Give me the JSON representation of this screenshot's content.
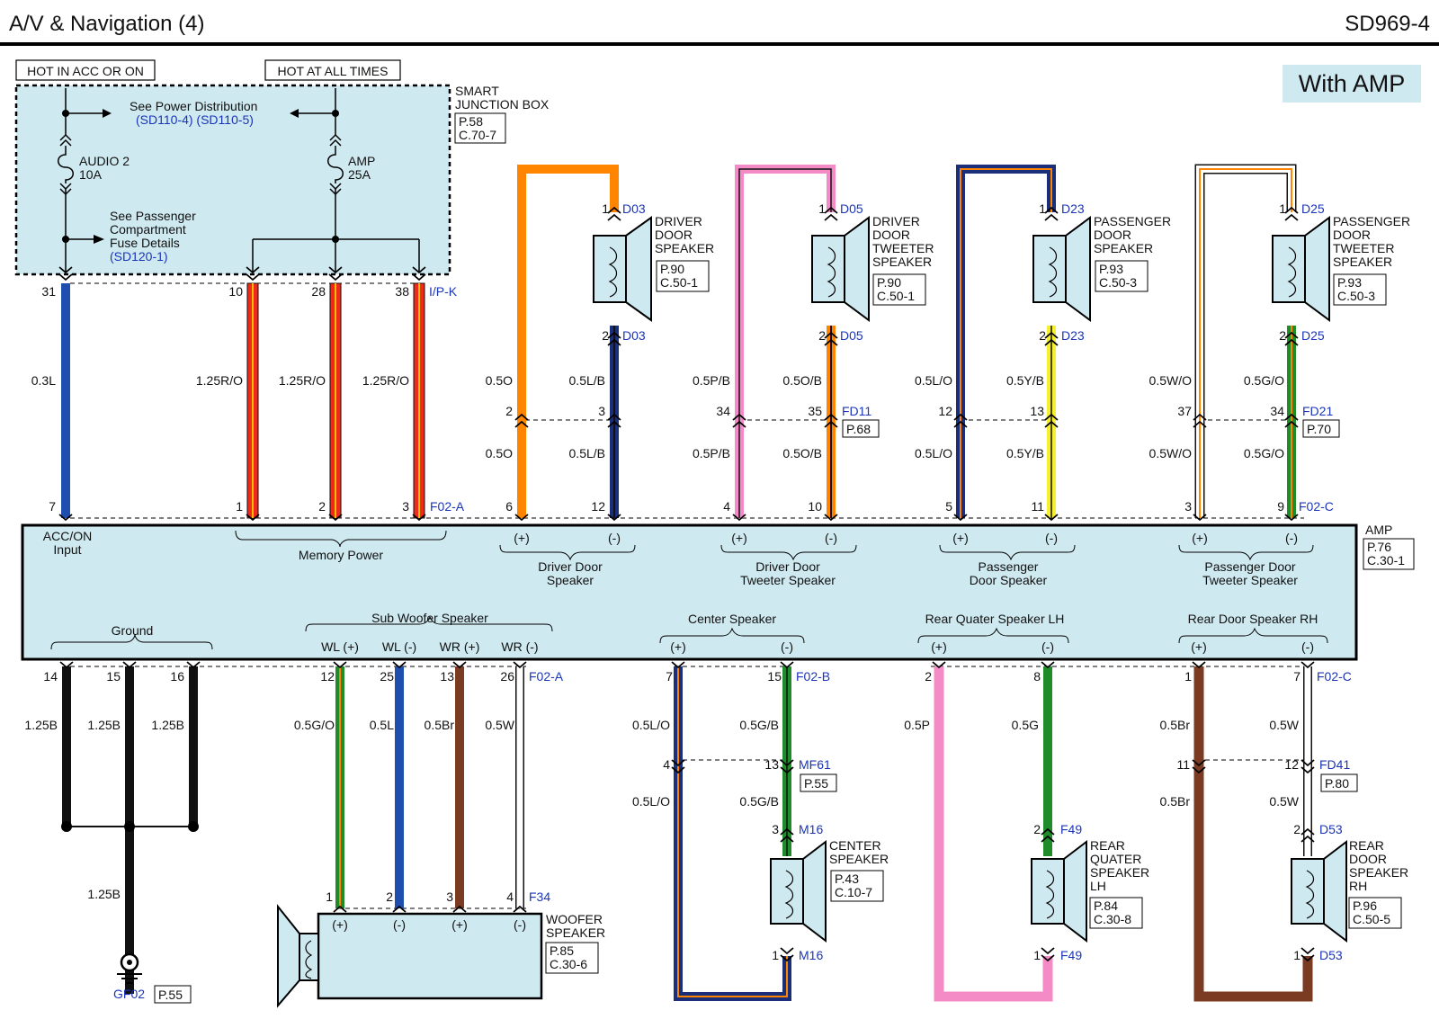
{
  "header": {
    "title": "A/V & Navigation (4)",
    "code": "SD969-4"
  },
  "badge": "With AMP",
  "hot_labels": {
    "acc_on": "HOT IN ACC OR ON",
    "all_times": "HOT AT ALL TIMES"
  },
  "junction_box": {
    "name_line1": "SMART",
    "name_line2": "JUNCTION BOX",
    "page": "P.58",
    "conn": "C.70-7",
    "power_dist_label": "See Power Distribution",
    "power_dist_refs": "(SD110-4) (SD110-5)",
    "fuse1_name": "AUDIO 2",
    "fuse1_rating": "10A",
    "fuse2_name": "AMP",
    "fuse2_rating": "25A",
    "pass_line1": "See Passenger",
    "pass_line2": "Compartment",
    "pass_line3": "Fuse Details",
    "pass_ref": "(SD120-1)",
    "connector": "I/P-K"
  },
  "wire_colors": {
    "blue": "#1f4fae",
    "red": "#ee2a1a",
    "orange": "#ff8400",
    "navy": "#1a2f7a",
    "pink": "#f48ac6",
    "yellow": "#f7f030",
    "green": "#1f8c2a",
    "brown": "#7b3a22",
    "black": "#111111",
    "white": "#ffffff",
    "box_fill": "#cfe9f0"
  },
  "amp": {
    "name": "AMP",
    "page": "P.76",
    "conn": "C.30-1",
    "conn_top_left": "F02-A",
    "conn_top_right": "F02-C",
    "conn_bottom_a": "F02-A",
    "conn_bottom_b": "F02-B",
    "conn_bottom_c": "F02-C",
    "top_groups": {
      "acc_line1": "ACC/ON",
      "acc_line2": "Input",
      "memory": "Memory Power",
      "dd_line1": "Driver Door",
      "dd_line2": "Speaker",
      "ddt_line1": "Driver Door",
      "ddt_line2": "Tweeter Speaker",
      "pd_line1": "Passenger",
      "pd_line2": "Door Speaker",
      "pdt_line1": "Passenger Door",
      "pdt_line2": "Tweeter Speaker"
    },
    "bottom_groups": {
      "ground": "Ground",
      "sub": "Sub Woofer Speaker",
      "center": "Center Speaker",
      "rear_lh": "Rear Quater Speaker LH",
      "rear_rh": "Rear Door Speaker RH"
    },
    "sub_pins": {
      "wlp": "WL (+)",
      "wlm": "WL (-)",
      "wrp": "WR (+)",
      "wrm": "WR (-)"
    },
    "plus": "(+)",
    "minus": "(-)"
  },
  "top_wires": [
    {
      "pin_top": "31",
      "gauge": "0.3L",
      "pin_amp": "7"
    },
    {
      "pin_top": "10",
      "gauge": "1.25R/O",
      "pin_amp": "1"
    },
    {
      "pin_top": "28",
      "gauge": "1.25R/O",
      "pin_amp": "2"
    },
    {
      "pin_top": "38",
      "gauge": "1.25R/O",
      "pin_amp": "3"
    }
  ],
  "door_speakers": [
    {
      "line1": "DRIVER",
      "line2": "DOOR",
      "line3": "SPEAKER",
      "line4": "",
      "page": "P.90",
      "conn": "C.50-1",
      "conn_name": "D03",
      "pos_pin": "1",
      "neg_pin": "2",
      "pos_gauge": "0.5O",
      "neg_gauge": "0.5L/B",
      "pos_mid_pin": "2",
      "neg_mid_pin": "3",
      "mid_conn": "",
      "mid_page": "",
      "pos_amp_pin": "6",
      "neg_amp_pin": "12"
    },
    {
      "line1": "DRIVER",
      "line2": "DOOR",
      "line3": "TWEETER",
      "line4": "SPEAKER",
      "page": "P.90",
      "conn": "C.50-1",
      "conn_name": "D05",
      "pos_pin": "1",
      "neg_pin": "2",
      "pos_gauge": "0.5P/B",
      "neg_gauge": "0.5O/B",
      "pos_mid_pin": "34",
      "neg_mid_pin": "35",
      "mid_conn": "FD11",
      "mid_page": "P.68",
      "pos_amp_pin": "4",
      "neg_amp_pin": "10"
    },
    {
      "line1": "PASSENGER",
      "line2": "DOOR",
      "line3": "SPEAKER",
      "line4": "",
      "page": "P.93",
      "conn": "C.50-3",
      "conn_name": "D23",
      "pos_pin": "1",
      "neg_pin": "2",
      "pos_gauge": "0.5L/O",
      "neg_gauge": "0.5Y/B",
      "pos_mid_pin": "12",
      "neg_mid_pin": "13",
      "mid_conn": "",
      "mid_page": "",
      "pos_amp_pin": "5",
      "neg_amp_pin": "11"
    },
    {
      "line1": "PASSENGER",
      "line2": "DOOR",
      "line3": "TWEETER",
      "line4": "SPEAKER",
      "page": "P.93",
      "conn": "C.50-3",
      "conn_name": "D25",
      "pos_pin": "1",
      "neg_pin": "2",
      "pos_gauge": "0.5W/O",
      "neg_gauge": "0.5G/O",
      "pos_mid_pin": "37",
      "neg_mid_pin": "34",
      "mid_conn": "FD21",
      "mid_page": "P.70",
      "pos_amp_pin": "3",
      "neg_amp_pin": "9"
    }
  ],
  "ground": {
    "pins": [
      "14",
      "15",
      "16"
    ],
    "gauge": "1.25B",
    "name": "GF02",
    "page": "P.55"
  },
  "woofer": {
    "line1": "WOOFER",
    "line2": "SPEAKER",
    "page": "P.85",
    "conn": "C.30-6",
    "conn_name": "F34",
    "amp_pins": [
      "12",
      "25",
      "13",
      "26"
    ],
    "gauges": [
      "0.5G/O",
      "0.5L",
      "0.5Br",
      "0.5W"
    ],
    "spk_pins": [
      "1",
      "2",
      "3",
      "4"
    ]
  },
  "center": {
    "line1": "CENTER",
    "line2": "SPEAKER",
    "page": "P.43",
    "conn": "C.10-7",
    "conn_name": "M16",
    "amp_pins": [
      "7",
      "15"
    ],
    "gauges": [
      "0.5L/O",
      "0.5G/B"
    ],
    "mid_pins": [
      "4",
      "13"
    ],
    "mid_conn": "MF61",
    "mid_page": "P.55",
    "spk_pin_top": "3",
    "spk_pin_bottom": "1"
  },
  "rear_lh": {
    "line1": "REAR",
    "line2": "QUATER",
    "line3": "SPEAKER",
    "line4": "LH",
    "page": "P.84",
    "conn": "C.30-8",
    "conn_name": "F49",
    "amp_pins": [
      "2",
      "8"
    ],
    "gauges": [
      "0.5P",
      "0.5G"
    ],
    "spk_pin_top": "2",
    "spk_pin_bottom": "1"
  },
  "rear_rh": {
    "line1": "REAR",
    "line2": "DOOR",
    "line3": "SPEAKER",
    "line4": "RH",
    "page": "P.96",
    "conn": "C.50-5",
    "conn_name": "D53",
    "amp_pins": [
      "1",
      "7"
    ],
    "gauges": [
      "0.5Br",
      "0.5W"
    ],
    "mid_pins": [
      "11",
      "12"
    ],
    "mid_conn": "FD41",
    "mid_page": "P.80",
    "spk_pin_top": "2",
    "spk_pin_bottom": "1"
  }
}
